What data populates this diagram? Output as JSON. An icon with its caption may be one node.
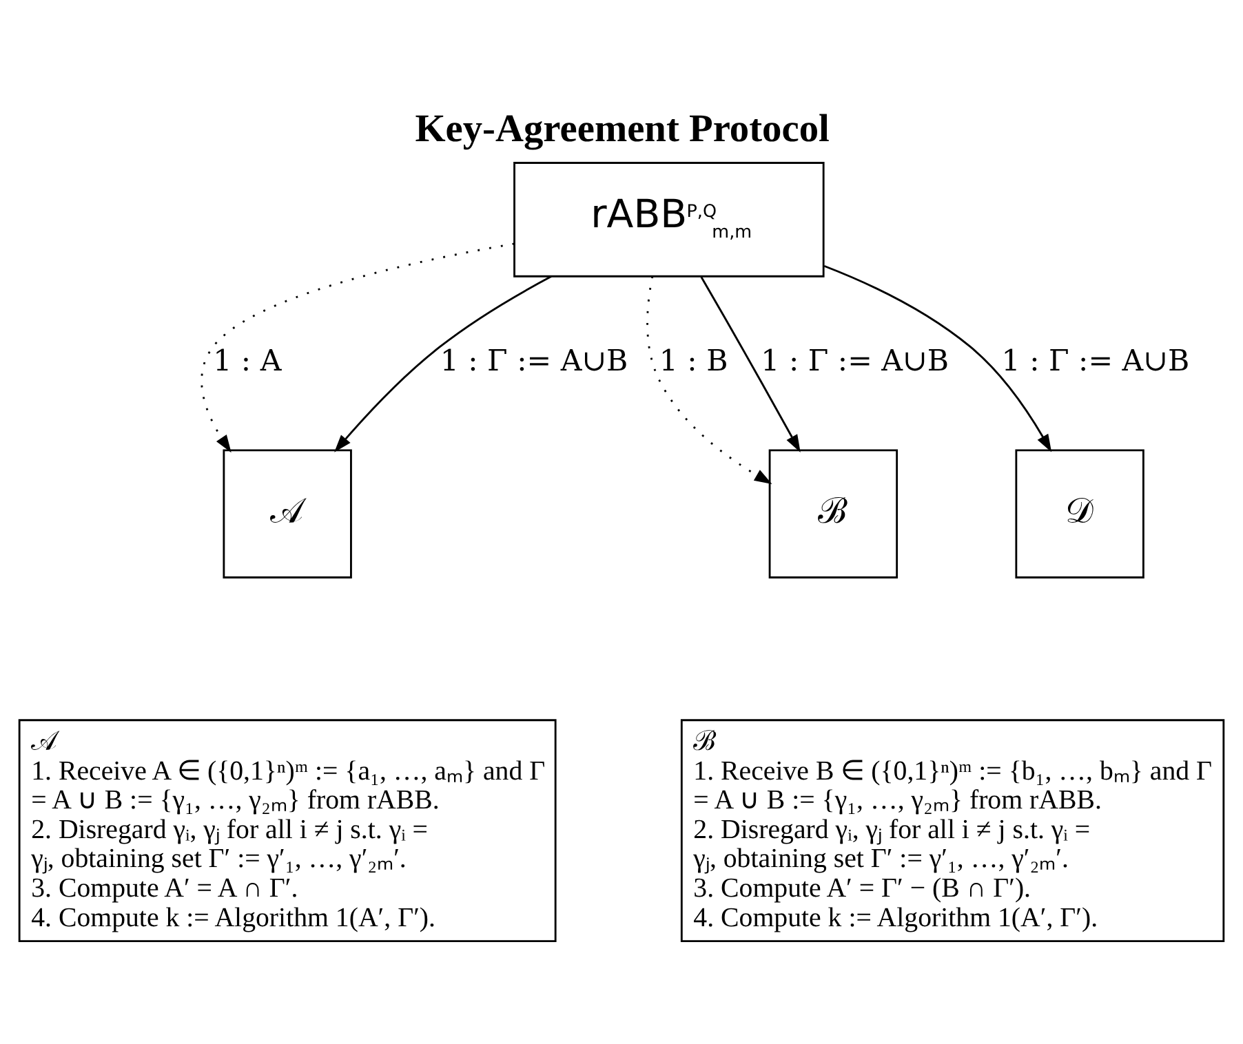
{
  "diagram": {
    "title": "Key-Agreement Protocol",
    "nodes": [
      {
        "text": [
          "rABB$^{P,Q}$$_{m,m}$"
        ]
      },
      {
        "text": [
          "𝒜"
        ]
      },
      {
        "text": [
          "ℬ"
        ]
      },
      {
        "text": [
          "𝒟"
        ]
      },
      {
        "text": [
          "𝒜",
          "1. Receive A ∈ ({0,1}ⁿ)ᵐ := {a₁, …, aₘ} and Γ = A ∪ B := {γ₁, …, γ₂ₘ} from rABB.",
          "2. Disregard γᵢ, γⱼ for all i ≠ j s.t. γᵢ = γⱼ, obtaining set Γ′ := γ′₁, …, γ′₂ₘ′.",
          "3. Compute A′ = A ∩ Γ′.",
          "4. Compute k := Algorithm 1(A′, Γ′)."
        ]
      },
      {
        "text": [
          "ℬ",
          "1. Receive B ∈ ({0,1}ⁿ)ᵐ := {b₁, …, bₘ} and Γ = A ∪ B := {γ₁, …, γ₂ₘ} from rABB.",
          "2. Disregard γᵢ, γⱼ for all i ≠ j s.t. γᵢ = γⱼ, obtaining set Γ′ := γ′₁, …, γ′₂ₘ′.",
          "3. Compute A′ = Γ′ − (B ∩ Γ′).",
          "4. Compute k := Algorithm 1(A′, Γ′)."
        ]
      }
    ],
    "edges": [
      {
        "from": 0,
        "to": 1,
        "arrow": "to",
        "label": "1 : A",
        "style": "dashed"
      },
      {
        "from": 0,
        "to": 1,
        "arrow": "to",
        "label": "1 : Γ := A∪B"
      },
      {
        "from": 0,
        "to": 2,
        "arrow": "to",
        "label": "1 : B",
        "style": "dashed"
      },
      {
        "from": 0,
        "to": 2,
        "arrow": "to",
        "label": "1 : Γ := A∪B"
      },
      {
        "from": 0,
        "to": 3,
        "arrow": "to",
        "label": "1 : Γ := A∪B"
      }
    ]
  }
}
